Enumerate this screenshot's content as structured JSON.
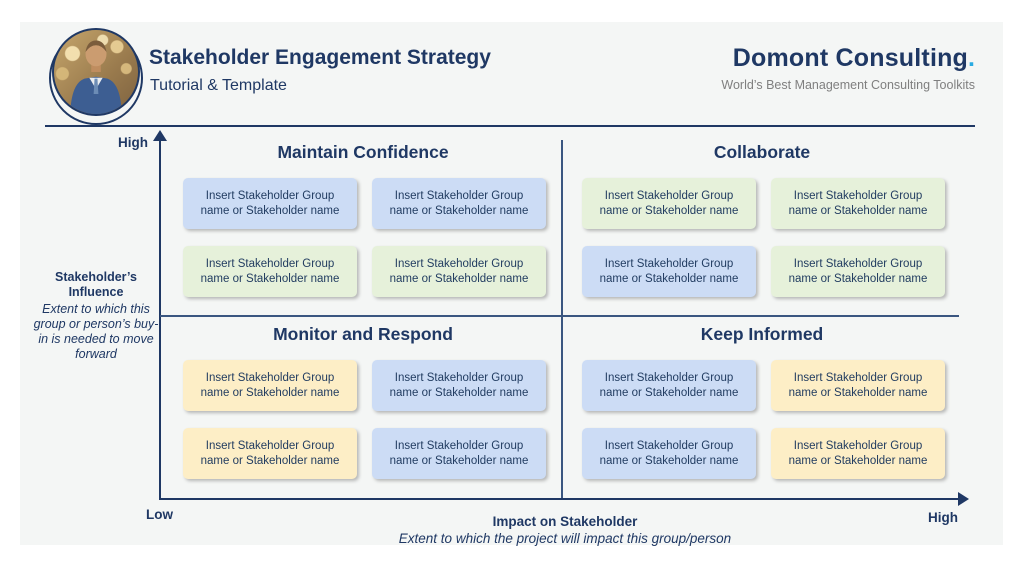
{
  "header": {
    "title": "Stakeholder Engagement Strategy",
    "subtitle": "Tutorial & Template",
    "brand_name": "Domont Consulting",
    "brand_dot": ".",
    "brand_tagline": "World’s Best Management Consulting Toolkits"
  },
  "matrix": {
    "y_axis": {
      "top_label": "High",
      "bottom_label": "Low",
      "title": "Stakeholder’s Influence",
      "subtitle": "Extent to which this group or person’s buy-in is needed to move forward"
    },
    "x_axis": {
      "right_label": "High",
      "title": "Impact on Stakeholder",
      "subtitle": "Extent to which the project will impact this group/person"
    },
    "quadrants": [
      {
        "title": "Maintain Confidence",
        "boxes": [
          {
            "color": "blue",
            "text": "Insert Stakeholder Group name or Stakeholder name"
          },
          {
            "color": "blue",
            "text": "Insert Stakeholder Group name or Stakeholder name"
          },
          {
            "color": "green",
            "text": "Insert Stakeholder Group name or Stakeholder name"
          },
          {
            "color": "green",
            "text": "Insert Stakeholder Group name or Stakeholder name"
          }
        ]
      },
      {
        "title": "Collaborate",
        "boxes": [
          {
            "color": "green",
            "text": "Insert Stakeholder Group name or Stakeholder name"
          },
          {
            "color": "green",
            "text": "Insert Stakeholder Group name or Stakeholder name"
          },
          {
            "color": "blue",
            "text": "Insert Stakeholder Group name or Stakeholder name"
          },
          {
            "color": "green",
            "text": "Insert Stakeholder Group name or Stakeholder name"
          }
        ]
      },
      {
        "title": "Monitor and Respond",
        "boxes": [
          {
            "color": "yellow",
            "text": "Insert Stakeholder Group name or Stakeholder name"
          },
          {
            "color": "blue",
            "text": "Insert Stakeholder Group name or Stakeholder name"
          },
          {
            "color": "yellow",
            "text": "Insert Stakeholder Group name or Stakeholder name"
          },
          {
            "color": "blue",
            "text": "Insert Stakeholder Group name or Stakeholder name"
          }
        ]
      },
      {
        "title": "Keep Informed",
        "boxes": [
          {
            "color": "blue",
            "text": "Insert Stakeholder Group name or Stakeholder name"
          },
          {
            "color": "yellow",
            "text": "Insert Stakeholder Group name or Stakeholder name"
          },
          {
            "color": "blue",
            "text": "Insert Stakeholder Group name or Stakeholder name"
          },
          {
            "color": "yellow",
            "text": "Insert Stakeholder Group name or Stakeholder name"
          }
        ]
      }
    ]
  },
  "colors": {
    "navy": "#1f3864",
    "accent_dot": "#29abe2",
    "tagline_gray": "#7f7f7f",
    "slide_bg": "#f4f6f5",
    "box_blue": "#ccdcf5",
    "box_green": "#e6f1da",
    "box_yellow": "#fdeec6"
  }
}
